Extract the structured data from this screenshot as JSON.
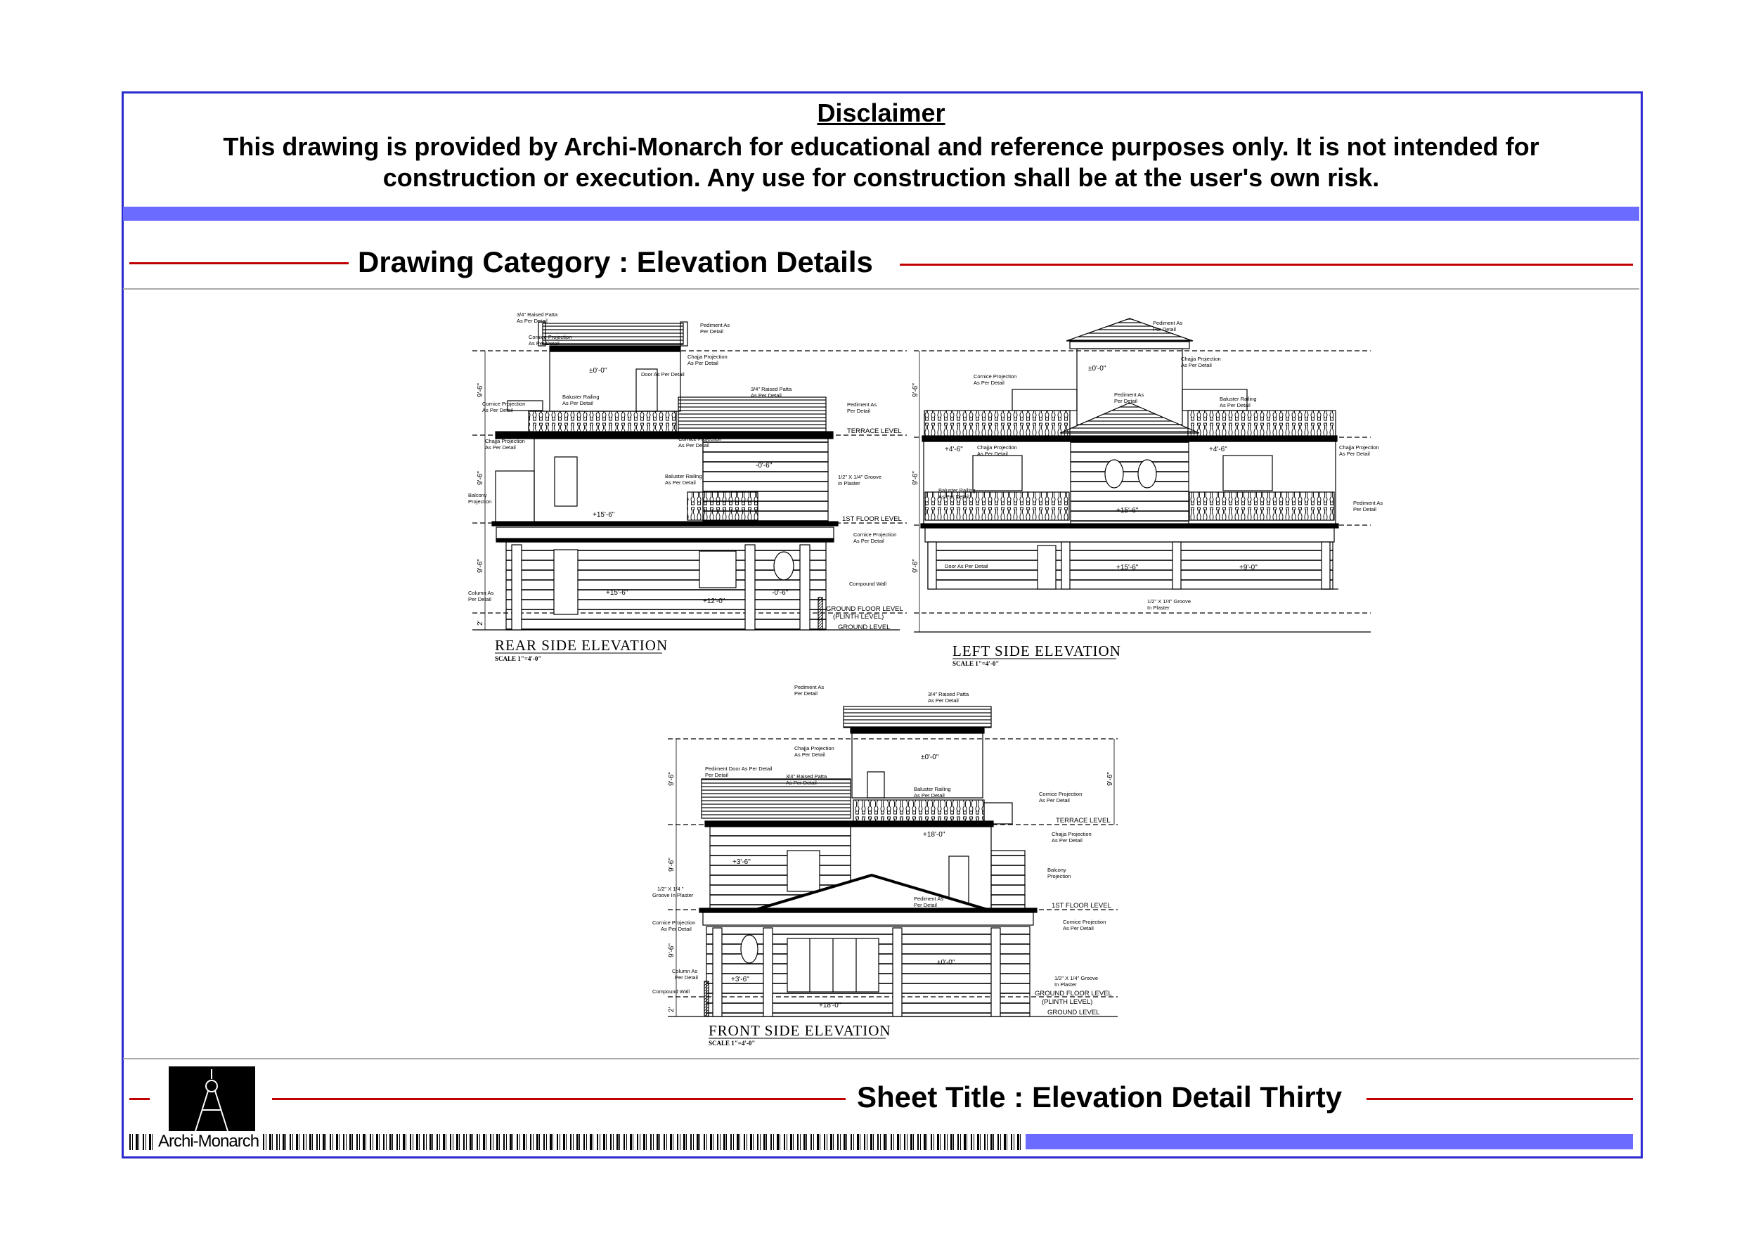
{
  "disclaimer": {
    "title": "Disclaimer",
    "line1": "This drawing is provided by Archi-Monarch for educational and reference purposes only. It is not intended for",
    "line2": "construction or execution. Any use for construction shall be at the user's own risk."
  },
  "category": {
    "label": "Drawing Category : Elevation Details"
  },
  "sheet": {
    "label": "Sheet Title : Elevation Detail Thirty"
  },
  "logo": {
    "text": "Archi-Monarch",
    "icon": "compass-icon"
  },
  "colors": {
    "frame": "#2a2ad0",
    "bar": "#6b6bff",
    "rule": "#c00000"
  },
  "levels": {
    "terrace": "TERRACE  LEVEL",
    "first": "1ST  FLOOR  LEVEL",
    "ground_floor": "GROUND  FLOOR  LEVEL",
    "plinth": "(PLINTH  LEVEL)",
    "ground": "GROUND  LEVEL"
  },
  "heights": {
    "floor": "9'-6\"",
    "plinth": "2'"
  },
  "rear": {
    "title": "REAR  SIDE  ELEVATION",
    "scale": "SCALE  1\"=4'-0\"",
    "notes": [
      [
        "3/4\" Raised Patta",
        "As Per Detail"
      ],
      [
        "Pediment As",
        "Per Detail"
      ],
      [
        "Cornice Projection",
        "As Per Detail"
      ],
      [
        "Chajja Projection",
        "As Per Detail"
      ],
      [
        "Door As Per Detail",
        ""
      ],
      [
        "3/4\" Raised Patta",
        "As Per Detail"
      ],
      [
        "Pediment As",
        "Per Detail"
      ],
      [
        "Cornice Projection",
        "As Per Detail"
      ],
      [
        "Baluster Railing",
        "As Per Detail"
      ],
      [
        "Cornice Projection",
        "As Per Detail"
      ],
      [
        "Chajja Projection",
        "As Per Detail"
      ],
      [
        "Baluster Railing",
        "As Per Detail"
      ],
      [
        "1/2\" X 1/4\" Groove",
        "In Plaster"
      ],
      [
        "Balcony",
        "Projection"
      ],
      [
        "Cornice Projection",
        "As Per Detail"
      ],
      [
        "Compound Wall",
        ""
      ],
      [
        "Column As",
        "Per Detail"
      ]
    ],
    "dims": [
      "±0'-0\"",
      "-0'-6\"",
      "+15'-6\"",
      "+15'-6\"",
      "+12'-0\"",
      "-0'-6\""
    ]
  },
  "left": {
    "title": "LEFT  SIDE  ELEVATION",
    "scale": "SCALE  1\"=4'-0\"",
    "notes": [
      [
        "Pediment As",
        "Per Detail"
      ],
      [
        "Chajja Projection",
        "As Per Detail"
      ],
      [
        "Cornice Projection",
        "As Per Detail"
      ],
      [
        "Pediment As",
        "Per Detail"
      ],
      [
        "Baluster Railing",
        "As Per Detail"
      ],
      [
        "Chajja Projection",
        "As Per Detail"
      ],
      [
        "Chajja Projection",
        "As Per Detail"
      ],
      [
        "Baluster Railing",
        "As Per Detail"
      ],
      [
        "Pediment As",
        "Per Detail"
      ],
      [
        "Door As Per Detail",
        ""
      ],
      [
        "1/2\" X 1/4\" Groove",
        "In Plaster"
      ]
    ],
    "dims": [
      "±0'-0\"",
      "+4'-6\"",
      "+4'-6\"",
      "+15'-6\"",
      "+15'-6\"",
      "+9'-0\""
    ]
  },
  "front": {
    "title": "FRONT  SIDE  ELEVATION",
    "scale": "SCALE  1\"=4'-0\"",
    "notes": [
      [
        "Pediment As",
        "Per Detail"
      ],
      [
        "3/4\" Raised Patta",
        "As Per Detail"
      ],
      [
        "Chajja Projection",
        "As Per Detail"
      ],
      [
        "Pediment Door As Per Detail",
        "Per Detail"
      ],
      [
        "3/4\" Raised Patta",
        "As Per Detail"
      ],
      [
        "Baluster Railing",
        "As Per Detail"
      ],
      [
        "Cornice Projection",
        "As Per Detail"
      ],
      [
        "Chajja Projection",
        "As Per Detail"
      ],
      [
        "Balcony",
        "Projection"
      ],
      [
        "1/2\" X 1/4 \"",
        "Groove In Plaster"
      ],
      [
        "Pediment As",
        "Per Detail"
      ],
      [
        "Cornice Projection",
        "As Per Detail"
      ],
      [
        "Cornice Projection",
        "As Per Detail"
      ],
      [
        "Column As",
        "Per Detail"
      ],
      [
        "Compound Wall",
        ""
      ],
      [
        "1/2\" X 1/4\" Groove",
        "In Plaster"
      ]
    ],
    "dims": [
      "±0'-0\"",
      "+18'-0\"",
      "+3'-6\"",
      "+3'-6\"",
      "±0'-0\"",
      "+18'-0\""
    ]
  }
}
